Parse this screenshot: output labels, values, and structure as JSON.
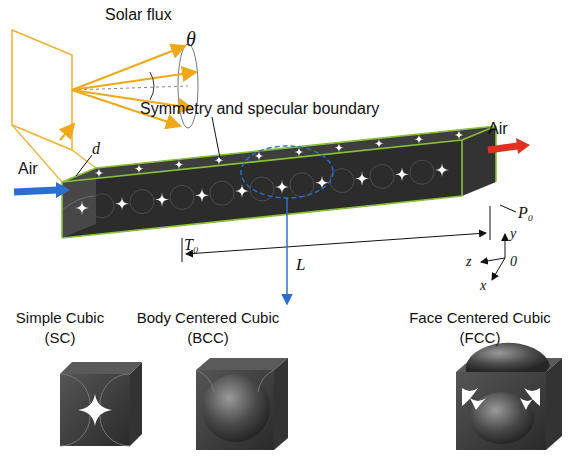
{
  "diagram": {
    "nodes": [
      {
        "text": [
          "Simple Cubic (SC)"
        ]
      },
      {
        "text": [
          "Body Centered Cubic (BCC)"
        ]
      },
      {
        "text": [
          "Face Centered Cubic (FCC)"
        ]
      }
    ],
    "labels": [
      "Solar flux",
      "θ",
      "Symmetry and specular boundary",
      "d",
      "Air",
      "Air",
      "L",
      "T₀",
      "P₀",
      "y",
      "z",
      "0",
      "x"
    ]
  }
}
